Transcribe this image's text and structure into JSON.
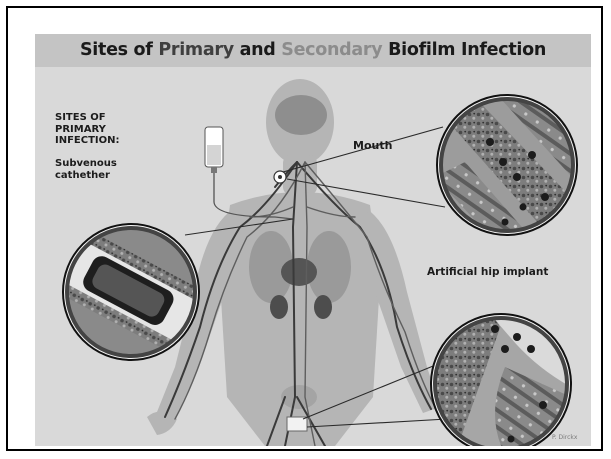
{
  "title": {
    "before": "Sites of ",
    "primary": "Primary",
    "middle": " and ",
    "secondary": "Secondary",
    "after": " Biofilm Infection"
  },
  "labels": {
    "sites_line1": "SITES OF",
    "sites_line2": "PRIMARY",
    "sites_line3": "INFECTION:",
    "subvenous_line1": "Subvenous",
    "subvenous_line2": "cathether",
    "mouth": "Mouth",
    "hip": "Artificial hip implant",
    "credit": "P. Dirckx"
  }
}
